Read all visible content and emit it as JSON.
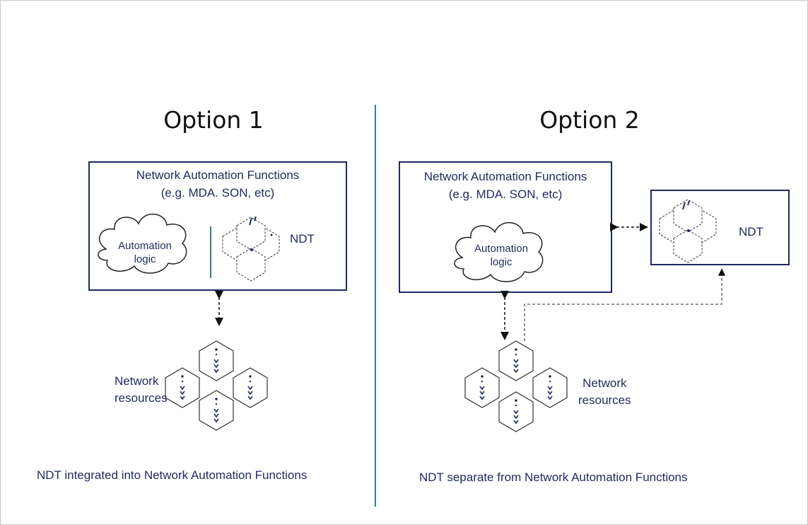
{
  "option1": {
    "title": "Option 1",
    "functions_box": {
      "line1": "Network Automation Functions",
      "line2": "(e.g. MDA. SON, etc)"
    },
    "cloud": {
      "line1": "Automation",
      "line2": "logic"
    },
    "ndt_label": "NDT",
    "resources": {
      "line1": "Network",
      "line2": "resources"
    },
    "caption": "NDT integrated into Network Automation Functions"
  },
  "option2": {
    "title": "Option 2",
    "functions_box": {
      "line1": "Network Automation Functions",
      "line2": "(e.g. MDA. SON, etc)"
    },
    "cloud": {
      "line1": "Automation",
      "line2": "logic"
    },
    "ndt_label": "NDT",
    "resources": {
      "line1": "Network",
      "line2": "resources"
    },
    "caption": "NDT separate from Network Automation Functions"
  },
  "colors": {
    "navy": "#1f2a5c",
    "divider": "#3a7891"
  }
}
